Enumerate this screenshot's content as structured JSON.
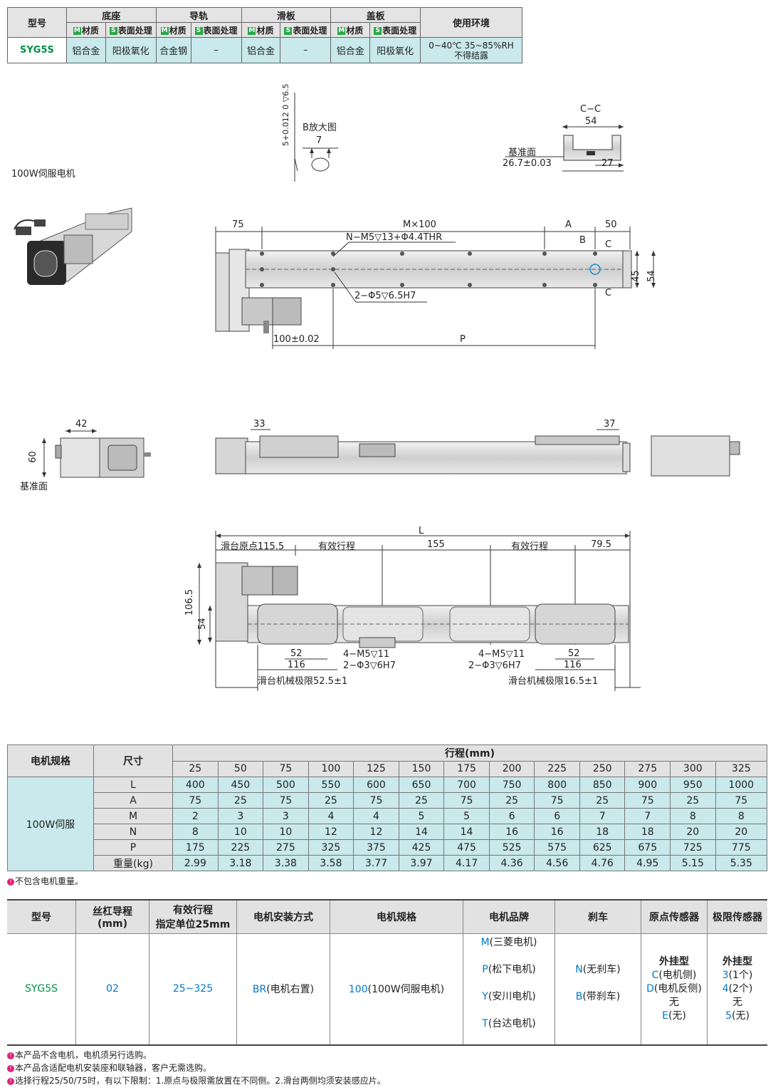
{
  "spec_table": {
    "h_model": "型号",
    "h_base": "底座",
    "h_rail": "导轨",
    "h_slider": "滑板",
    "h_cover": "盖板",
    "h_env": "使用环境",
    "sub_material": "材质",
    "sub_surface": "表面处理",
    "tag_m": "M",
    "tag_s": "S",
    "model": "SYG5S",
    "base_material": "铝合金",
    "base_surface": "阳极氧化",
    "rail_material": "合金钢",
    "rail_surface": "–",
    "slider_material": "铝合金",
    "slider_surface": "–",
    "cover_material": "铝合金",
    "cover_surface": "阳极氧化",
    "env_line1": "0~40℃  35~85%RH",
    "env_line2": "不得结露"
  },
  "drawing": {
    "motor_label": "100W伺服电机",
    "b_detail": "B放大图",
    "b_tol": "5+0.012 0 ▽6.5",
    "b_7": "7",
    "cc_title": "C−C",
    "cc_54": "54",
    "cc_ref": "基准面",
    "cc_267": "26.7±0.03",
    "cc_27": "27",
    "top_75": "75",
    "top_m100": "M×100",
    "top_a": "A",
    "top_50": "50",
    "top_n": "N−M5▽13+Φ4.4THR",
    "top_b": "B",
    "top_c1": "C",
    "top_c2": "C",
    "top_45": "45",
    "top_54": "54",
    "top_2phi": "2−Φ5▽6.5H7",
    "top_100": "100±0.02",
    "top_p": "P",
    "side_42": "42",
    "side_60": "60",
    "side_ref": "基准面",
    "side_33": "33",
    "side_37": "37",
    "bot_l": "L",
    "bot_origin": "滑台原点115.5",
    "bot_eff1": "有效行程",
    "bot_155": "155",
    "bot_eff2": "有效行程",
    "bot_795": "79.5",
    "bot_1065": "106.5",
    "bot_54": "54",
    "bot_52a": "52",
    "bot_116a": "116",
    "bot_m5a": "4−M5▽11",
    "bot_phia": "2−Φ3▽6H7",
    "bot_lim1": "滑台机械极限52.5±1",
    "bot_m5b": "4−M5▽11",
    "bot_phib": "2−Φ3▽6H7",
    "bot_52b": "52",
    "bot_116b": "116",
    "bot_lim2": "滑台机械极限16.5±1"
  },
  "dim_table": {
    "h_motor": "电机规格",
    "h_size": "尺寸",
    "h_stroke": "行程(mm)",
    "strokes": [
      "25",
      "50",
      "75",
      "100",
      "125",
      "150",
      "175",
      "200",
      "225",
      "250",
      "275",
      "300",
      "325"
    ],
    "motor": "100W伺服",
    "rows": [
      {
        "name": "L",
        "values": [
          "400",
          "450",
          "500",
          "550",
          "600",
          "650",
          "700",
          "750",
          "800",
          "850",
          "900",
          "950",
          "1000"
        ]
      },
      {
        "name": "A",
        "values": [
          "75",
          "25",
          "75",
          "25",
          "75",
          "25",
          "75",
          "25",
          "75",
          "25",
          "75",
          "25",
          "75"
        ]
      },
      {
        "name": "M",
        "values": [
          "2",
          "3",
          "3",
          "4",
          "4",
          "5",
          "5",
          "6",
          "6",
          "7",
          "7",
          "8",
          "8"
        ]
      },
      {
        "name": "N",
        "values": [
          "8",
          "10",
          "10",
          "12",
          "12",
          "14",
          "14",
          "16",
          "16",
          "18",
          "18",
          "20",
          "20"
        ]
      },
      {
        "name": "P",
        "values": [
          "175",
          "225",
          "275",
          "325",
          "375",
          "425",
          "475",
          "525",
          "575",
          "625",
          "675",
          "725",
          "775"
        ]
      },
      {
        "name": "重量(kg)",
        "values": [
          "2.99",
          "3.18",
          "3.38",
          "3.58",
          "3.77",
          "3.97",
          "4.17",
          "4.36",
          "4.56",
          "4.76",
          "4.95",
          "5.15",
          "5.35"
        ]
      }
    ],
    "note": "不包含电机重量。"
  },
  "order_table": {
    "h_model": "型号",
    "h_lead": "丝杠导程",
    "h_lead_unit": "(mm)",
    "h_stroke": "有效行程",
    "h_stroke_unit": "指定单位25mm",
    "h_mount": "电机安装方式",
    "h_spec": "电机规格",
    "h_brand": "电机品牌",
    "h_brake": "刹车",
    "h_origin": "原点传感器",
    "h_limit": "极限传感器",
    "model": "SYG5S",
    "lead": "02",
    "stroke": "25~325",
    "mount_code": "BR",
    "mount_text": "(电机右置)",
    "spec_code": "100",
    "spec_text": "(100W伺服电机)",
    "brands": [
      {
        "code": "M",
        "text": "(三菱电机)"
      },
      {
        "code": "P",
        "text": "(松下电机)"
      },
      {
        "code": "Y",
        "text": "(安川电机)"
      },
      {
        "code": "T",
        "text": "(台达电机)"
      }
    ],
    "brakes": [
      {
        "code": "N",
        "text": "(无刹车)"
      },
      {
        "code": "B",
        "text": "(带刹车)"
      }
    ],
    "origin_title": "外挂型",
    "origin_items": [
      {
        "code": "C",
        "text": "(电机侧)"
      },
      {
        "code": "D",
        "text": "(电机反侧)"
      }
    ],
    "origin_none_t": "无",
    "origin_none_code": "E",
    "origin_none_text": "(无)",
    "limit_title": "外挂型",
    "limit_items": [
      {
        "code": "3",
        "text": "(1个)"
      },
      {
        "code": "4",
        "text": "(2个)"
      }
    ],
    "limit_none_t": "无",
    "limit_none_code": "5",
    "limit_none_text": "(无)"
  },
  "notes": [
    "本产品不含电机，电机须另行选购。",
    "本产品含适配电机安装座和联轴器，客户无需选购。",
    "选择行程25/50/75时，有以下限制：1.原点与极限需放置在不同侧。2.滑台两侧均须安装感应片。"
  ]
}
